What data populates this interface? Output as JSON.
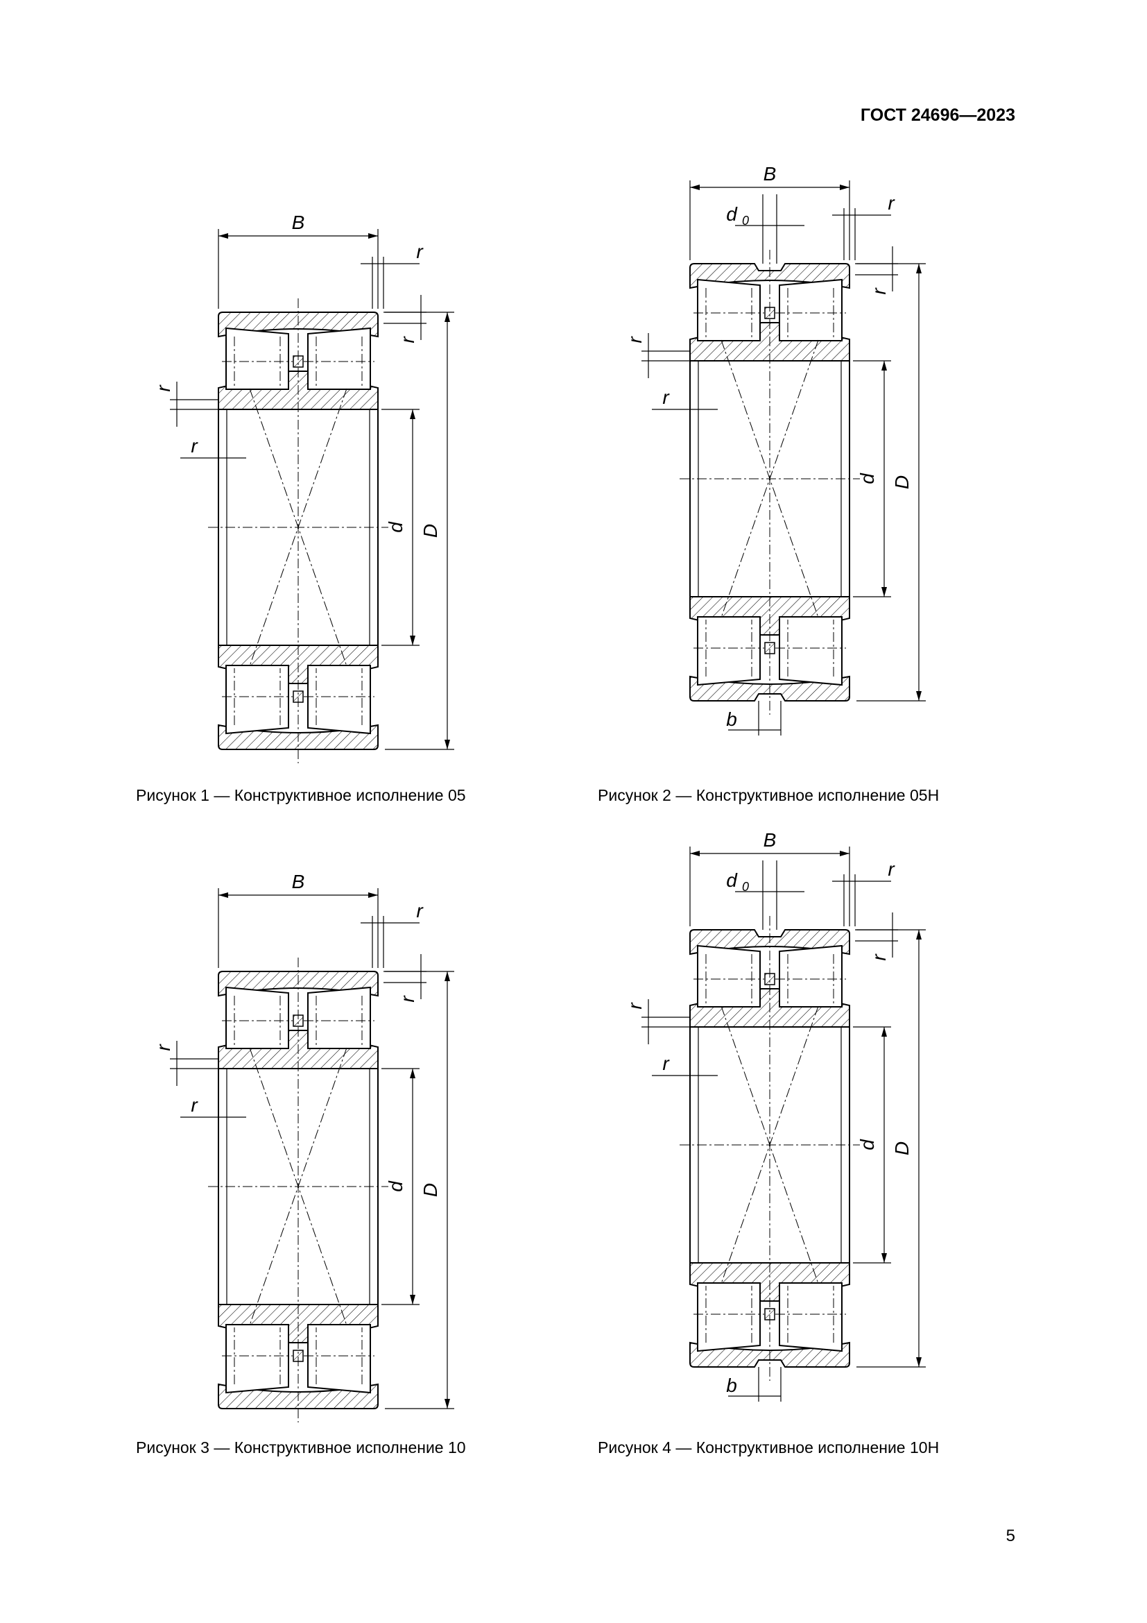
{
  "header": {
    "standard": "ГОСТ 24696—2023"
  },
  "figures": [
    {
      "caption": "Рисунок 1 — Конструктивное исполнение 05",
      "labels": {
        "B": "B",
        "D": "D",
        "d": "d",
        "r": "r"
      }
    },
    {
      "caption": "Рисунок 2 — Конструктивное исполнение 05H",
      "labels": {
        "B": "B",
        "D": "D",
        "d": "d",
        "r": "r",
        "d0": "d",
        "d0_sub": "0",
        "b": "b"
      }
    },
    {
      "caption": "Рисунок 3 — Конструктивное исполнение 10",
      "labels": {
        "B": "B",
        "D": "D",
        "d": "d",
        "r": "r"
      }
    },
    {
      "caption": "Рисунок 4 — Конструктивное исполнение 10H",
      "labels": {
        "B": "B",
        "D": "D",
        "d": "d",
        "r": "r",
        "d0": "d",
        "d0_sub": "0",
        "b": "b"
      }
    }
  ],
  "page": {
    "number": "5"
  }
}
